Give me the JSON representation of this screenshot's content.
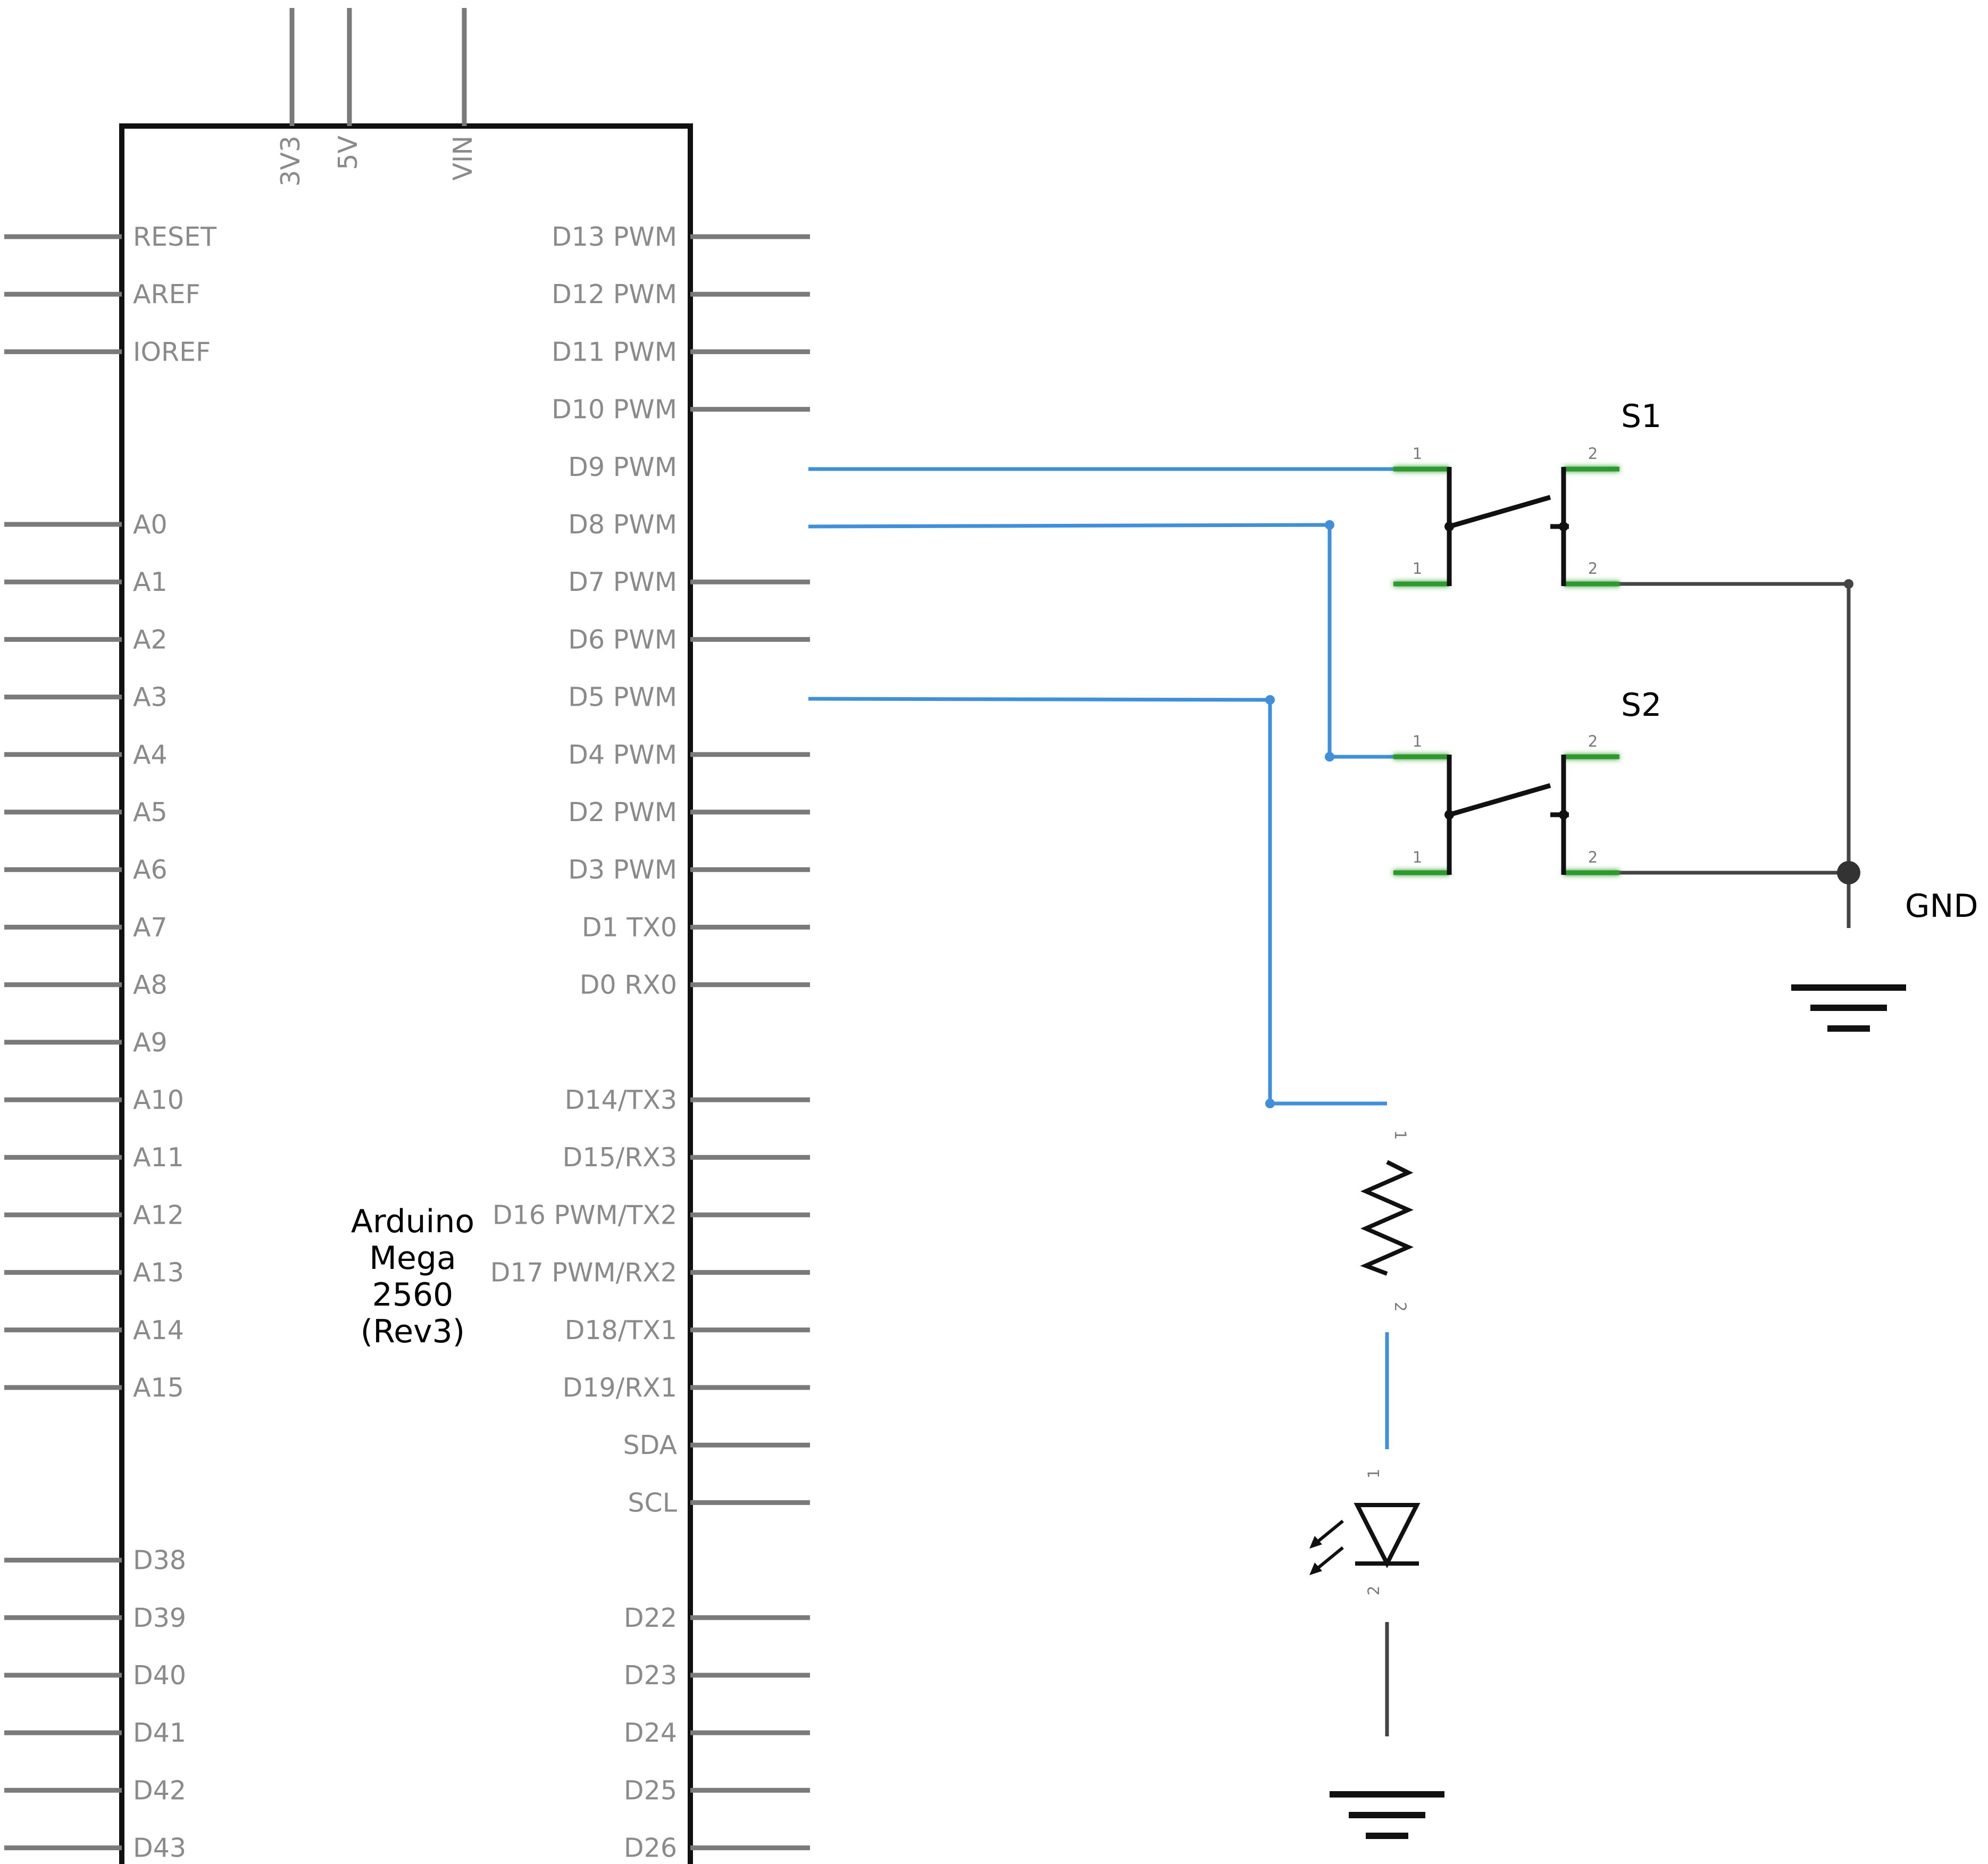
{
  "board": {
    "name_lines": [
      "Arduino",
      "Mega",
      "2560",
      "(Rev3)"
    ],
    "top_pins": [
      "3V3",
      "5V",
      "VIN"
    ],
    "left_pins": [
      "RESET",
      "AREF",
      "IOREF",
      "",
      "",
      "A0",
      "A1",
      "A2",
      "A3",
      "A4",
      "A5",
      "A6",
      "A7",
      "A8",
      "A9",
      "A10",
      "A11",
      "A12",
      "A13",
      "A14",
      "A15",
      "",
      "",
      "D38",
      "D39",
      "D40",
      "D41",
      "D42",
      "D43"
    ],
    "right_pins": [
      "D13 PWM",
      "D12 PWM",
      "D11 PWM",
      "D10 PWM",
      "D9 PWM",
      "D8 PWM",
      "D7 PWM",
      "D6 PWM",
      "D5 PWM",
      "D4 PWM",
      "D2 PWM",
      "D3 PWM",
      "D1 TX0",
      "D0 RX0",
      "",
      "D14/TX3",
      "D15/RX3",
      "D16 PWM/TX2",
      "D17 PWM/RX2",
      "D18/TX1",
      "D19/RX1",
      "SDA",
      "SCL",
      "",
      "D22",
      "D23",
      "D24",
      "D25",
      "D26"
    ]
  },
  "components": {
    "s1": {
      "label": "S1",
      "pin_numbers": [
        "1",
        "2",
        "1",
        "2"
      ]
    },
    "s2": {
      "label": "S2",
      "pin_numbers": [
        "1",
        "2",
        "1",
        "2"
      ]
    },
    "gnd": {
      "label": "GND"
    },
    "resistor": {
      "pin_numbers": [
        "1",
        "2"
      ]
    },
    "led": {
      "pin_numbers": [
        "1",
        "2"
      ]
    }
  },
  "colors": {
    "wire": "#3f8fd9",
    "pin": "#7a7a7a",
    "connected_pin": "#2f9a2f",
    "outline": "#111111",
    "gnd_wire": "#444444"
  }
}
